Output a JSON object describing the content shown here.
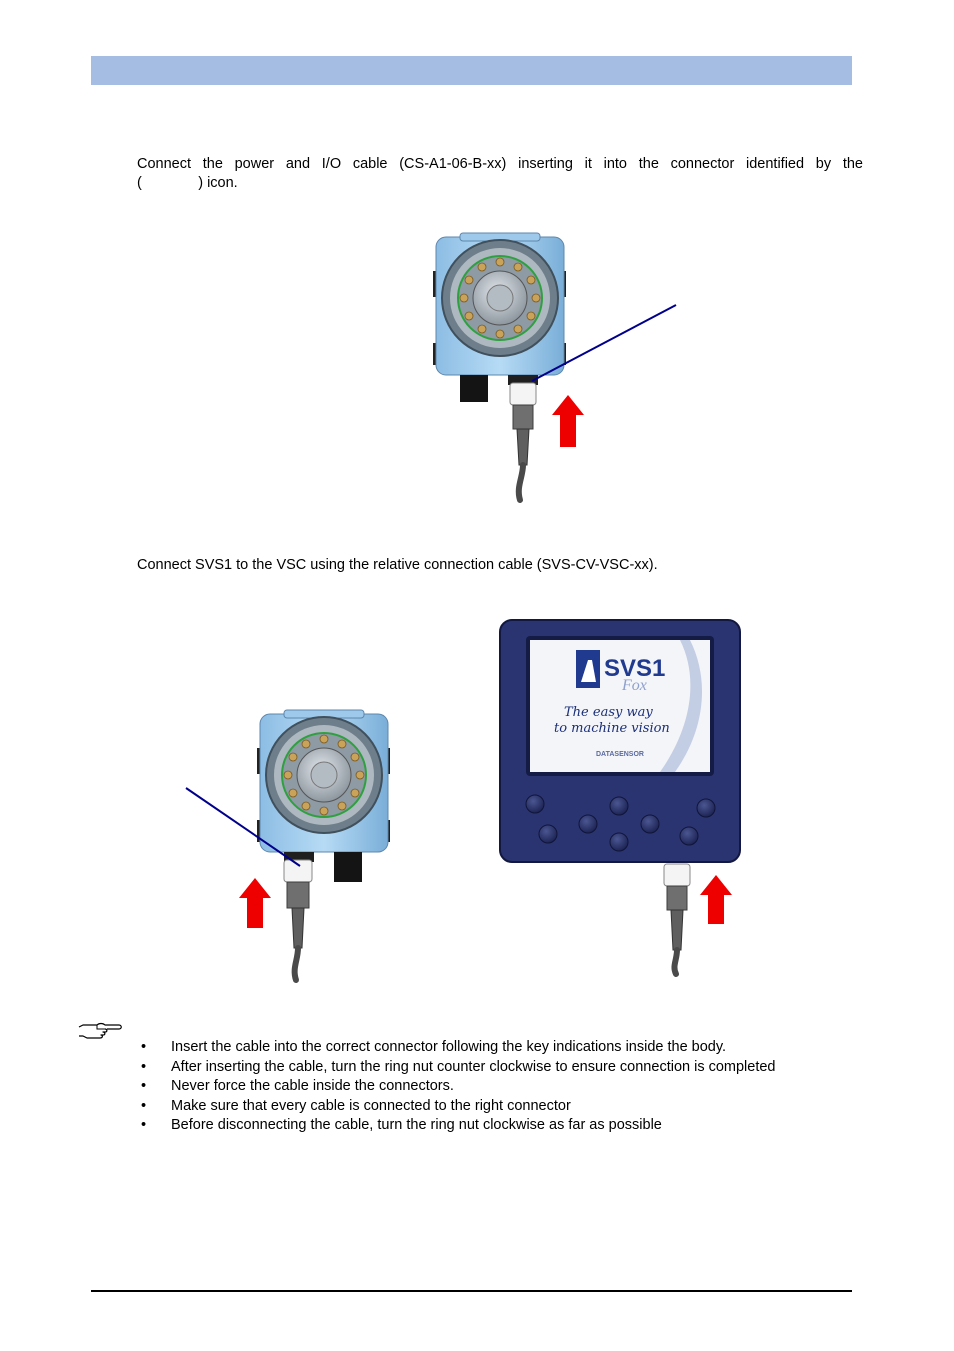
{
  "body": {
    "para1_line1": "Connect the power and I/O cable (CS-A1-06-B-xx) inserting it into the connector identified by the",
    "para1_line2": "(              ) icon.",
    "para2": "Connect SVS1 to the VSC using the relative connection cable (SVS-CV-VSC-xx)."
  },
  "vsc_screen": {
    "logo": "SVS1",
    "logo_sub": "Fox",
    "tagline_1": "The easy way",
    "tagline_2": "to machine vision",
    "brand": "DATASENSOR"
  },
  "notes": [
    "Insert the cable into the correct connector following the key indications inside the body.",
    "After inserting the cable, turn the ring nut counter clockwise to ensure connection is completed",
    "Never force the cable inside the connectors.",
    "Make sure that every cable is connected to the right connector",
    "Before disconnecting the cable, turn the ring nut clockwise as far as possible"
  ],
  "icons": {
    "note": "pointing-hand-icon",
    "arrow": "red-up-arrow-icon"
  },
  "colors": {
    "header_bar": "#a6bde3",
    "camera_body": "#9dc9ec",
    "vsc_body": "#2a3470",
    "arrow": "#ee0000",
    "pointer_line": "#00008b"
  }
}
